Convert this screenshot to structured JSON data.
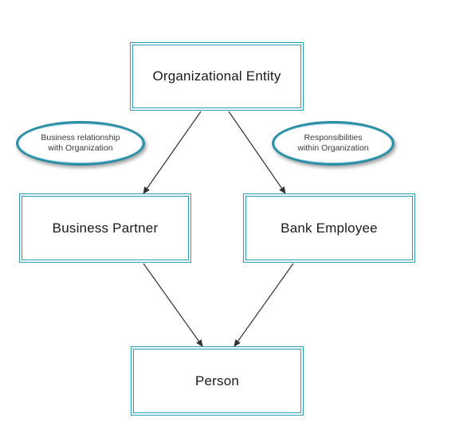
{
  "nodes": {
    "organizational_entity": "Organizational Entity",
    "business_partner": "Business Partner",
    "bank_employee": "Bank Employee",
    "person": "Person"
  },
  "annotations": {
    "left": "Business relationship\nwith Organization",
    "right": "Responsibilities\nwithin Organization"
  },
  "edges": [
    {
      "from": "Organizational Entity",
      "to": "Business Partner",
      "label": "Business relationship\nwith Organization"
    },
    {
      "from": "Organizational Entity",
      "to": "Bank Employee",
      "label": "Responsibilities\nwithin Organization"
    },
    {
      "from": "Business Partner",
      "to": "Person"
    },
    {
      "from": "Bank Employee",
      "to": "Person"
    }
  ],
  "colors": {
    "box_border": "#2a9fb4",
    "ellipse_border": "#2a8ea4",
    "arrow": "#333333"
  }
}
